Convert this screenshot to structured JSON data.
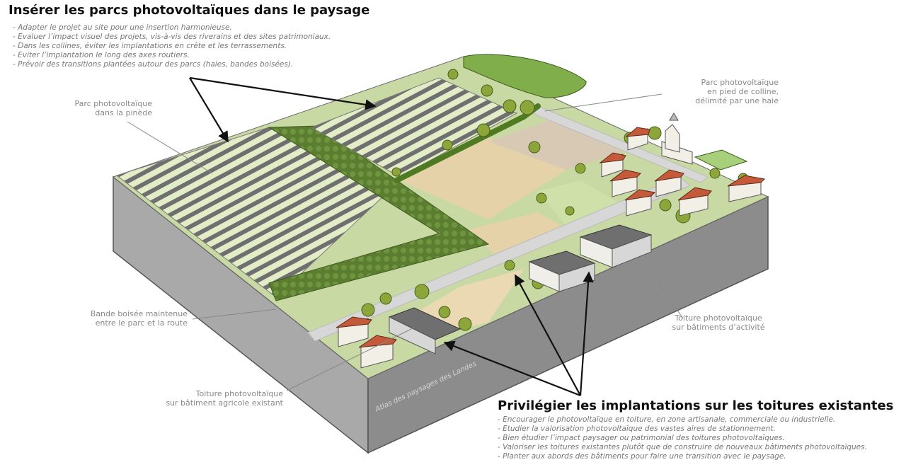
{
  "top_section": {
    "title": "Insérer les parcs photovoltaïques dans le paysage",
    "bullets": [
      "- Adapter le projet au site pour une insertion harmonieuse.",
      "- Evaluer l’impact visuel des projets, vis-à-vis des riverains et des sites patrimoniaux.",
      "- Dans les collines, éviter les implantations en crête et les terrassements.",
      "- Eviter l’implantation le long des axes routiers.",
      "- Prévoir des transitions plantées autour des parcs (haies, bandes boisées)."
    ]
  },
  "bottom_section": {
    "title": "Privilégier les implantations sur les toitures existantes",
    "bullets": [
      "- Encourager le photovoltaïque en toiture, en zone artisanale, commerciale ou industrielle.",
      "- Etudier la valorisation photovoltaïque des vastes aires de stationnement.",
      "- Bien étudier l’impact paysager ou patrimonial des toitures photovoltaïques.",
      "- Valoriser les toitures existantes plutôt que de construire de nouveaux bâtiments photovoltaïques.",
      "- Planter aux abords des bâtiments pour faire une transition avec le paysage."
    ]
  },
  "labels": {
    "pinede": [
      "Parc photovoltaïque",
      "dans la pinède"
    ],
    "colline": [
      "Parc photovoltaïque",
      "en pied de colline,",
      "délimité par une haie"
    ],
    "bande": [
      "Bande boisée maintenue",
      "entre le parc et la route"
    ],
    "activite": [
      "Toiture photovoltaïque",
      "sur bâtiments d’activité"
    ],
    "agricole": [
      "Toiture photovoltaïque",
      "sur bâtiment agricole existant"
    ]
  },
  "watermark": "Atlas des paysages des Landes",
  "colors": {
    "ground_side": "#a9a9a9",
    "ground_front": "#8c8c8c",
    "grass": "#c9d9a4",
    "field": "#e6d2a9",
    "forest": "#5b7d2f",
    "panel": "#6f6f6f",
    "roof": "#c45a3a",
    "road": "#d7d7d7"
  }
}
